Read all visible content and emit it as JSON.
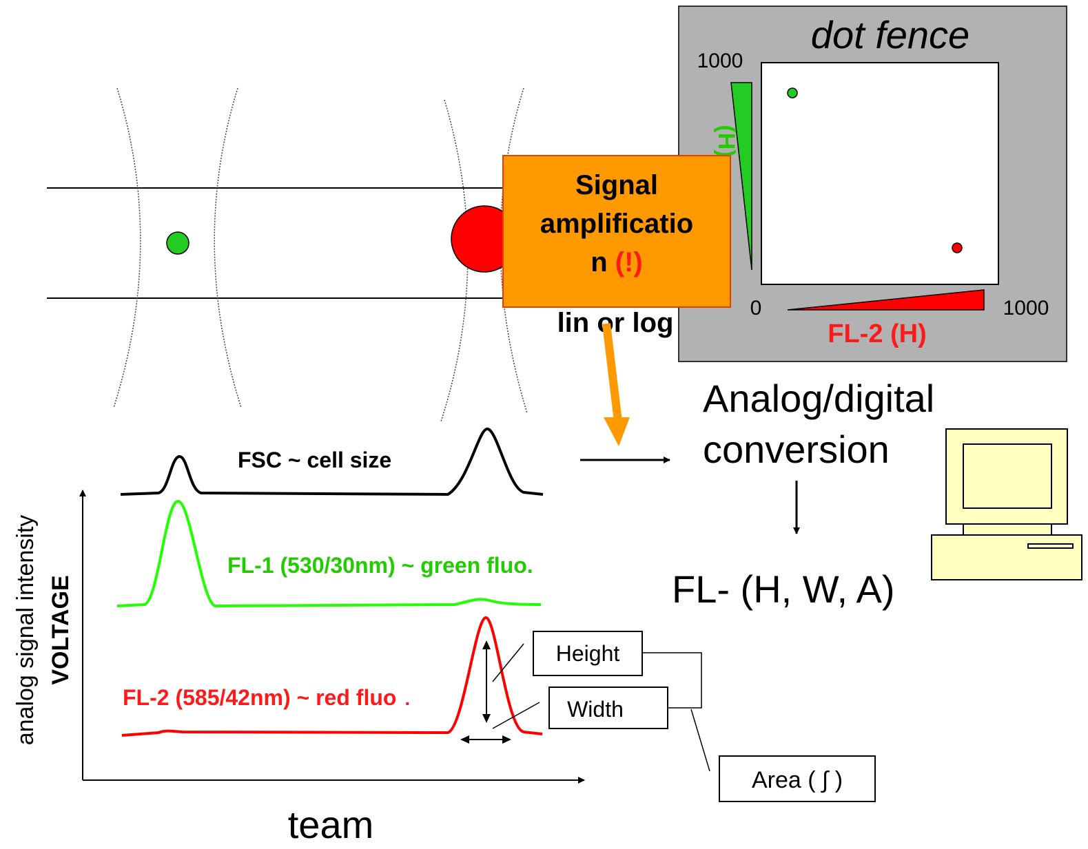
{
  "colors": {
    "fsc": "#000000",
    "fl1": "#22ff00",
    "fl2": "#ff0000",
    "orange": "#ff9900",
    "panel": "#b2b2b2",
    "computer": "#ffffc0",
    "green_text": "#22cc00",
    "red_text": "#ff1a1a"
  },
  "dot_fence": {
    "title": "dot fence",
    "y_max": "1000",
    "x_min": "0",
    "x_max": "1000",
    "x_label": "FL-2 (H)",
    "y_label_partial": "(H)"
  },
  "amplifier": {
    "line1": "Signal",
    "line2": "amplificatio",
    "line3_prefix": "n",
    "line3_mark": "(!)",
    "mode": "lin or log"
  },
  "conversion": {
    "line1": "Analog/digital",
    "line2": "conversion",
    "output": "FL- (H, W, A)"
  },
  "signals": {
    "fsc_label": "FSC ~ cell size",
    "fl1_label": "FL-1 (530/30nm) ~ green fluo.",
    "fl2_label": "FL-2 (585/42nm) ~ red fluo",
    "fl2_dot": "."
  },
  "axes": {
    "y_label_line1": "analog signal intensity",
    "y_label_line2": "VOLTAGE",
    "x_label": "team"
  },
  "measures": {
    "height": "Height",
    "width": "Width",
    "area": "Area ( ∫ )"
  }
}
